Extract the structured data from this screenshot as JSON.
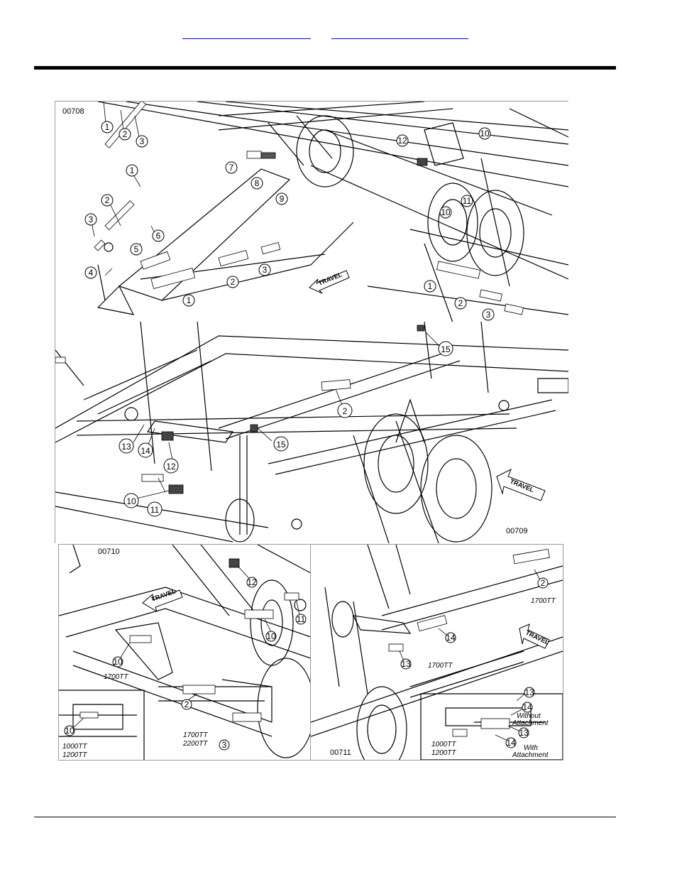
{
  "header": {
    "links": [
      "",
      ""
    ]
  },
  "figure": {
    "panel1": {
      "code": "00708",
      "callouts": [
        "1",
        "2",
        "3",
        "1",
        "2",
        "3",
        "7",
        "8",
        "9",
        "12",
        "10",
        "10",
        "11",
        "6",
        "5",
        "4",
        "1",
        "2",
        "3",
        "1",
        "2",
        "3"
      ],
      "travel": "TRAVEL"
    },
    "panel2": {
      "code": "00709",
      "callouts": [
        "15",
        "2",
        "15",
        "13",
        "14",
        "12",
        "10",
        "11"
      ],
      "travel": "TRAVEL"
    },
    "panel3": {
      "code": "00710",
      "callouts": [
        "12",
        "11",
        "10",
        "10",
        "10",
        "2",
        "3"
      ],
      "travel": "TRAVEL",
      "model_labels": [
        "1700TT",
        "1700TT",
        "2200TT",
        "1000TT",
        "1200TT"
      ]
    },
    "panel4": {
      "code": "00711",
      "callouts": [
        "2",
        "14",
        "13",
        "13",
        "14",
        "13",
        "14"
      ],
      "travel": "TRAVEL",
      "model_labels": [
        "1700TT",
        "1700TT",
        "1000TT",
        "1200TT"
      ],
      "notes": [
        "Without",
        "Attachment",
        "With",
        "Attachment"
      ]
    }
  }
}
